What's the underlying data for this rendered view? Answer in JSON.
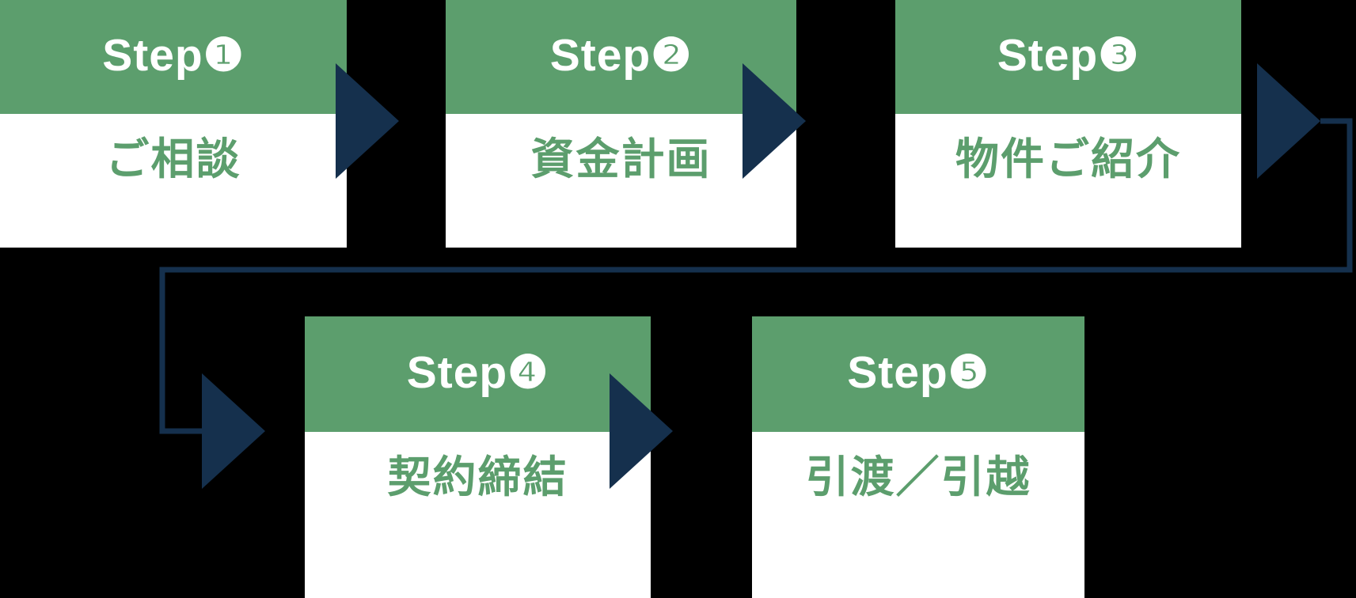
{
  "diagram": {
    "title": "Home purchase process flow",
    "colors": {
      "background": "#000000",
      "card_header": "#5c9e6d",
      "card_body": "#ffffff",
      "label_green": "#5c9e6d",
      "header_text": "#ffffff",
      "arrow_navy": "#15304d",
      "connector_navy": "#15304d"
    },
    "steps": [
      {
        "id": "step-1",
        "header": "Step❶",
        "label": "ご相談",
        "row": "top",
        "index": 1
      },
      {
        "id": "step-2",
        "header": "Step❷",
        "label": "資金計画",
        "row": "top",
        "index": 2
      },
      {
        "id": "step-3",
        "header": "Step❸",
        "label": "物件ご紹介",
        "row": "top",
        "index": 3
      },
      {
        "id": "step-4",
        "header": "Step❹",
        "label": "契約締結",
        "row": "bottom",
        "index": 4
      },
      {
        "id": "step-5",
        "header": "Step❺",
        "label": "引渡／引越",
        "row": "bottom",
        "index": 5
      }
    ],
    "arrows": [
      {
        "id": "arrow-1-2",
        "from": "step-1",
        "to": "step-2",
        "direction": "right"
      },
      {
        "id": "arrow-2-3",
        "from": "step-2",
        "to": "step-3",
        "direction": "right"
      },
      {
        "id": "arrow-3-4",
        "from": "step-3",
        "to": "step-4",
        "direction": "right"
      },
      {
        "id": "arrow-wrap",
        "from": "step-3",
        "to": "step-4",
        "direction": "right"
      },
      {
        "id": "arrow-4-5",
        "from": "step-4",
        "to": "step-5",
        "direction": "right"
      }
    ],
    "connector": {
      "id": "wrap-connector",
      "description": "elbow line from step-3 arrow tip down and left into the bottom row",
      "stroke_width": 7
    }
  }
}
